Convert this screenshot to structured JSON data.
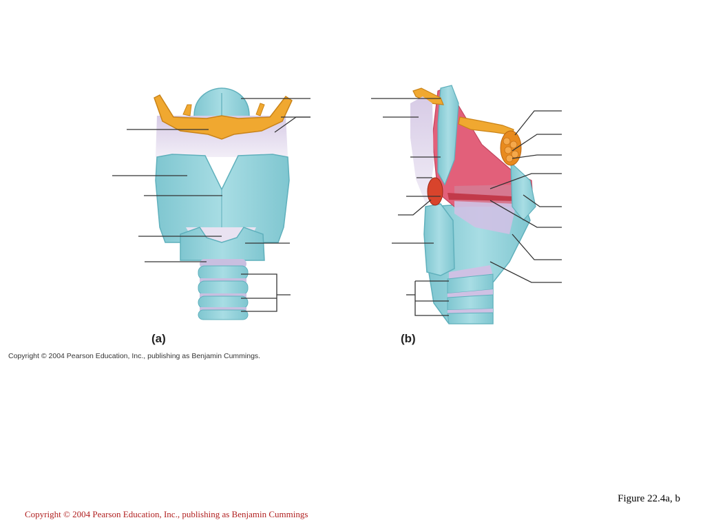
{
  "figure": {
    "panel_a_label": "(a)",
    "panel_b_label": "(b)",
    "image_copyright": "Copyright © 2004 Pearson Education, Inc., publishing as Benjamin Cummings.",
    "caption": "Figure 22.4a, b"
  },
  "slide": {
    "copyright": "Copyright © 2004 Pearson Education, Inc., publishing as Benjamin Cummings"
  },
  "colors": {
    "cartilage": "#8fd0d8",
    "cartilage_dark": "#5fb0bc",
    "bone": "#f0a830",
    "membrane": "#e6dcef",
    "mucosa": "#e2607a",
    "vocal_fold": "#c23a4a",
    "gland": "#e88a1e",
    "leader": "#333333"
  }
}
